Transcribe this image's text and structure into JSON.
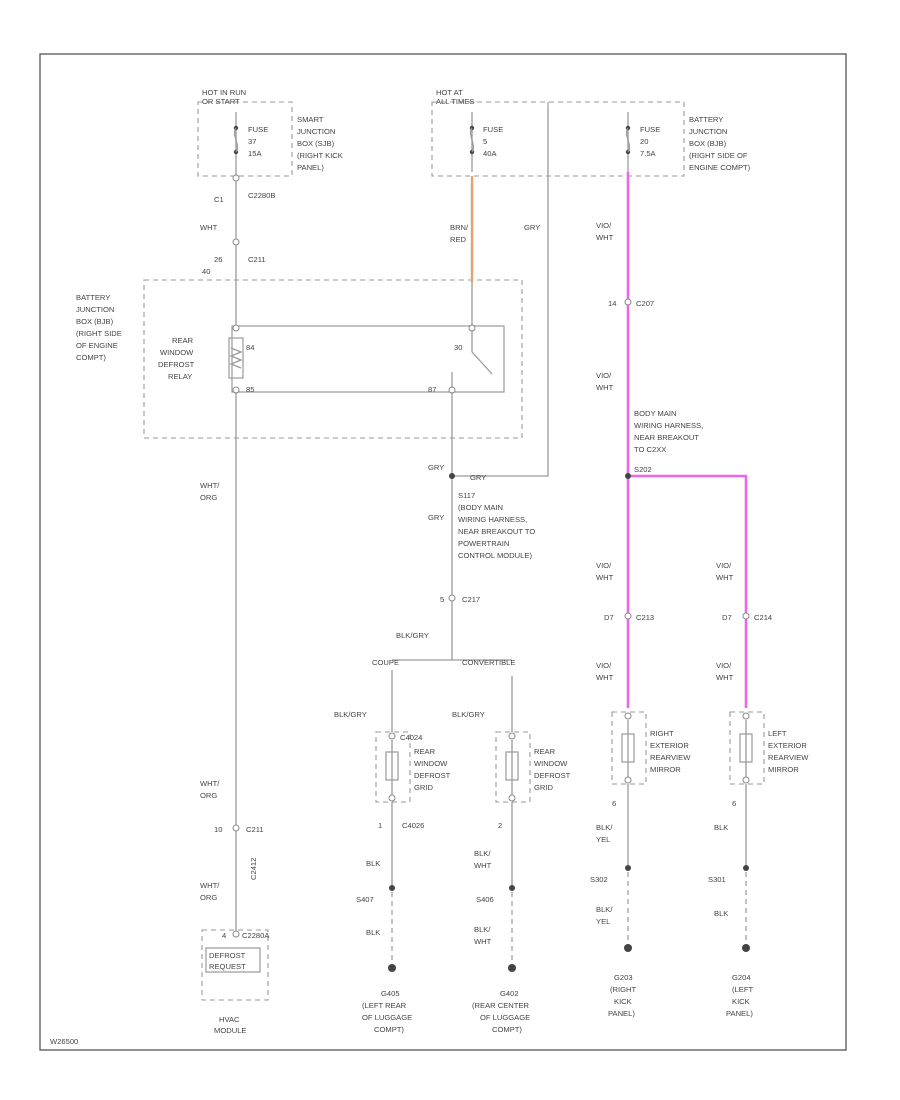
{
  "colors": {
    "wire_orange": "#e6a070",
    "wire_pink": "#ee66ee",
    "wire_grey": "#9a9a9a"
  },
  "top": {
    "hot_run_a": "HOT IN RUN",
    "hot_run_b": "OR START",
    "hot_all_a": "HOT AT",
    "hot_all_b": "ALL TIMES",
    "sj_a": "SMART",
    "sj_b": "JUNCTION",
    "sj_c": "BOX (SJB)",
    "sj_d": "(RIGHT KICK",
    "sj_e": "PANEL)",
    "bj_a": "BATTERY",
    "bj_b": "JUNCTION",
    "bj_c": "BOX (BJB)",
    "bj_d": "(RIGHT SIDE OF",
    "bj_e": "ENGINE COMPT)",
    "fuse1_a": "FUSE",
    "fuse1_b": "37",
    "fuse1_c": "15A",
    "fuse2_a": "FUSE",
    "fuse2_b": "5",
    "fuse2_c": "40A",
    "fuse3_a": "FUSE",
    "fuse3_b": "20",
    "fuse3_c": "7.5A"
  },
  "relay": {
    "bj_a": "BATTERY",
    "bj_b": "JUNCTION",
    "bj_c": "BOX (BJB)",
    "bj_d": "(RIGHT SIDE",
    "bj_e": "OF ENGINE",
    "bj_f": "COMPT)",
    "name_a": "REAR",
    "name_b": "WINDOW",
    "name_c": "DEFROST",
    "name_d": "RELAY",
    "pin_a": "84",
    "pin_b": "85",
    "pin_c": "30",
    "pin_d": "87"
  },
  "wires": {
    "c1": "C1",
    "c2b": "C2280B",
    "wht": "WHT",
    "p26": "26",
    "c211": "C211",
    "p40": "40",
    "brn_a": "BRN/",
    "brn_b": "RED",
    "gry_top": "GRY",
    "vio_a": "VIO/",
    "vio_b": "WHT",
    "c207_pin": "14",
    "c207": "C207",
    "vio2_a": "VIO/",
    "vio2_b": "WHT",
    "wht_org_a": "WHT/",
    "wht_org_b": "ORG",
    "gry_left": "GRY",
    "gry_right": "GRY",
    "s117": "S117",
    "s117_desc1": "(BODY MAIN",
    "s117_desc2": "WIRING HARNESS,",
    "s117_desc3": "NEAR BREAKOUT TO",
    "s117_desc4": "POWERTRAIN",
    "s117_desc5": "CONTROL MODULE)",
    "gry_mid": "GRY",
    "c217_pin": "5",
    "c217": "C217",
    "blk_gry": "BLK/GRY",
    "coupe": "COUPE",
    "conv": "CONVERTIBLE",
    "body_desc1": "BODY MAIN",
    "body_desc2": "WIRING HARNESS,",
    "body_desc3": "NEAR BREAKOUT",
    "body_desc4": "TO C2XX",
    "body_s": "S202"
  },
  "mirror_wires": {
    "r_vio_a": "VIO/",
    "r_vio_b": "WHT",
    "r_pin": "D7",
    "r_conn": "C213",
    "r_vio2_a": "VIO/",
    "r_vio2_b": "WHT",
    "l_vio_a": "VIO/",
    "l_vio_b": "WHT",
    "l_pin": "D7",
    "l_conn": "C214",
    "l_vio2_a": "VIO/",
    "l_vio2_b": "WHT"
  },
  "lower": {
    "wht_org2_a": "WHT/",
    "wht_org2_b": "ORG",
    "c211_pin": "10",
    "c211": "C211",
    "c2_conn": "C2412",
    "wht_org3_a": "WHT/",
    "wht_org3_b": "ORG",
    "hvac_pin": "4",
    "hvac_conn": "C2280A",
    "hvac_name_a": "DEFROST",
    "hvac_name_b": "REQUEST",
    "hvac_mod_a": "HVAC",
    "hvac_mod_b": "MODULE"
  },
  "grids": {
    "g1_pin_top": "C4024",
    "g1_name_a": "REAR",
    "g1_name_b": "WINDOW",
    "g1_name_c": "DEFROST",
    "g1_name_d": "GRID",
    "g1_pin_bot": "1",
    "g1_conn_bot": "C4026",
    "g1_wire_a": "BLK/GRY",
    "g1_blk": "BLK",
    "g1_s": "S407",
    "g1_blk2": "BLK",
    "g1_gnd_a": "G405",
    "g1_gnd_b": "(LEFT REAR",
    "g1_gnd_c": "OF LUGGAGE",
    "g1_gnd_d": "COMPT)",
    "g2_name_a": "REAR",
    "g2_name_b": "WINDOW",
    "g2_name_c": "DEFROST",
    "g2_name_d": "GRID",
    "g2_pin_bot": "2",
    "g2_wire_a": "BLK/GRY",
    "g2_blk_a": "BLK/",
    "g2_blk_b": "WHT",
    "g2_s": "S406",
    "g2_blk2_a": "BLK/",
    "g2_blk2_b": "WHT",
    "g2_gnd_a": "G402",
    "g2_gnd_b": "(REAR CENTER",
    "g2_gnd_c": "OF LUGGAGE",
    "g2_gnd_d": "COMPT)"
  },
  "mirrors": {
    "r_name_a": "RIGHT",
    "r_name_b": "EXTERIOR",
    "r_name_c": "REARVIEW",
    "r_name_d": "MIRROR",
    "r_pin": "6",
    "r_blk_a": "BLK/",
    "r_blk_b": "YEL",
    "r_s": "S302",
    "r_blk2_a": "BLK/",
    "r_blk2_b": "YEL",
    "r_gnd_a": "G203",
    "r_gnd_b": "(RIGHT",
    "r_gnd_c": "KICK",
    "r_gnd_d": "PANEL)",
    "l_name_a": "LEFT",
    "l_name_b": "EXTERIOR",
    "l_name_c": "REARVIEW",
    "l_name_d": "MIRROR",
    "l_pin": "6",
    "l_blk": "BLK",
    "l_s": "S301",
    "l_blk2": "BLK",
    "l_gnd_a": "G204",
    "l_gnd_b": "(LEFT",
    "l_gnd_c": "KICK",
    "l_gnd_d": "PANEL)"
  },
  "footer": {
    "code": "W26500"
  }
}
